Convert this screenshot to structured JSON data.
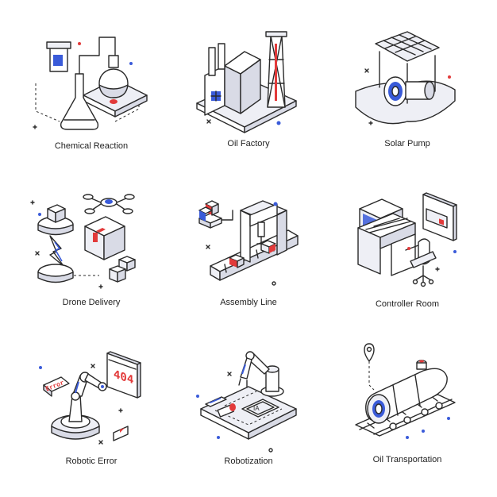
{
  "colors": {
    "accent_blue": "#3a5bd9",
    "accent_red": "#e23a3a",
    "outline": "#2a2a2a",
    "fill_light": "#eeeff5"
  },
  "icons": [
    {
      "label": "Chemical Reaction",
      "icon": "chemical-reaction-icon"
    },
    {
      "label": "Oil Factory",
      "icon": "oil-factory-icon"
    },
    {
      "label": "Solar Pump",
      "icon": "solar-pump-icon"
    },
    {
      "label": "Drone Delivery",
      "icon": "drone-delivery-icon"
    },
    {
      "label": "Assembly Line",
      "icon": "assembly-line-icon"
    },
    {
      "label": "Controller Room",
      "icon": "controller-room-icon"
    },
    {
      "label": "Robotic Error",
      "icon": "robotic-error-icon",
      "screen_text": "404",
      "tag_text": "Error"
    },
    {
      "label": "Robotization",
      "icon": "robotization-icon",
      "chip_text": "IA"
    },
    {
      "label": "Oil Transportation",
      "icon": "oil-transportation-icon"
    }
  ]
}
